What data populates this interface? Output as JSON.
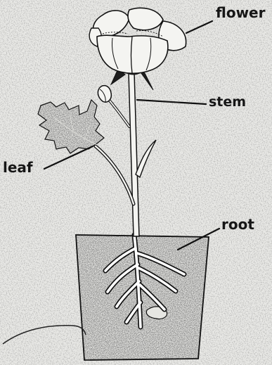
{
  "labels": {
    "flower": "flower",
    "stem": "stem",
    "leaf": "leaf",
    "root": "root"
  },
  "colors": {
    "paper": "#e9e9e6",
    "ink": "#161616",
    "soil": "#1f1f1f"
  }
}
